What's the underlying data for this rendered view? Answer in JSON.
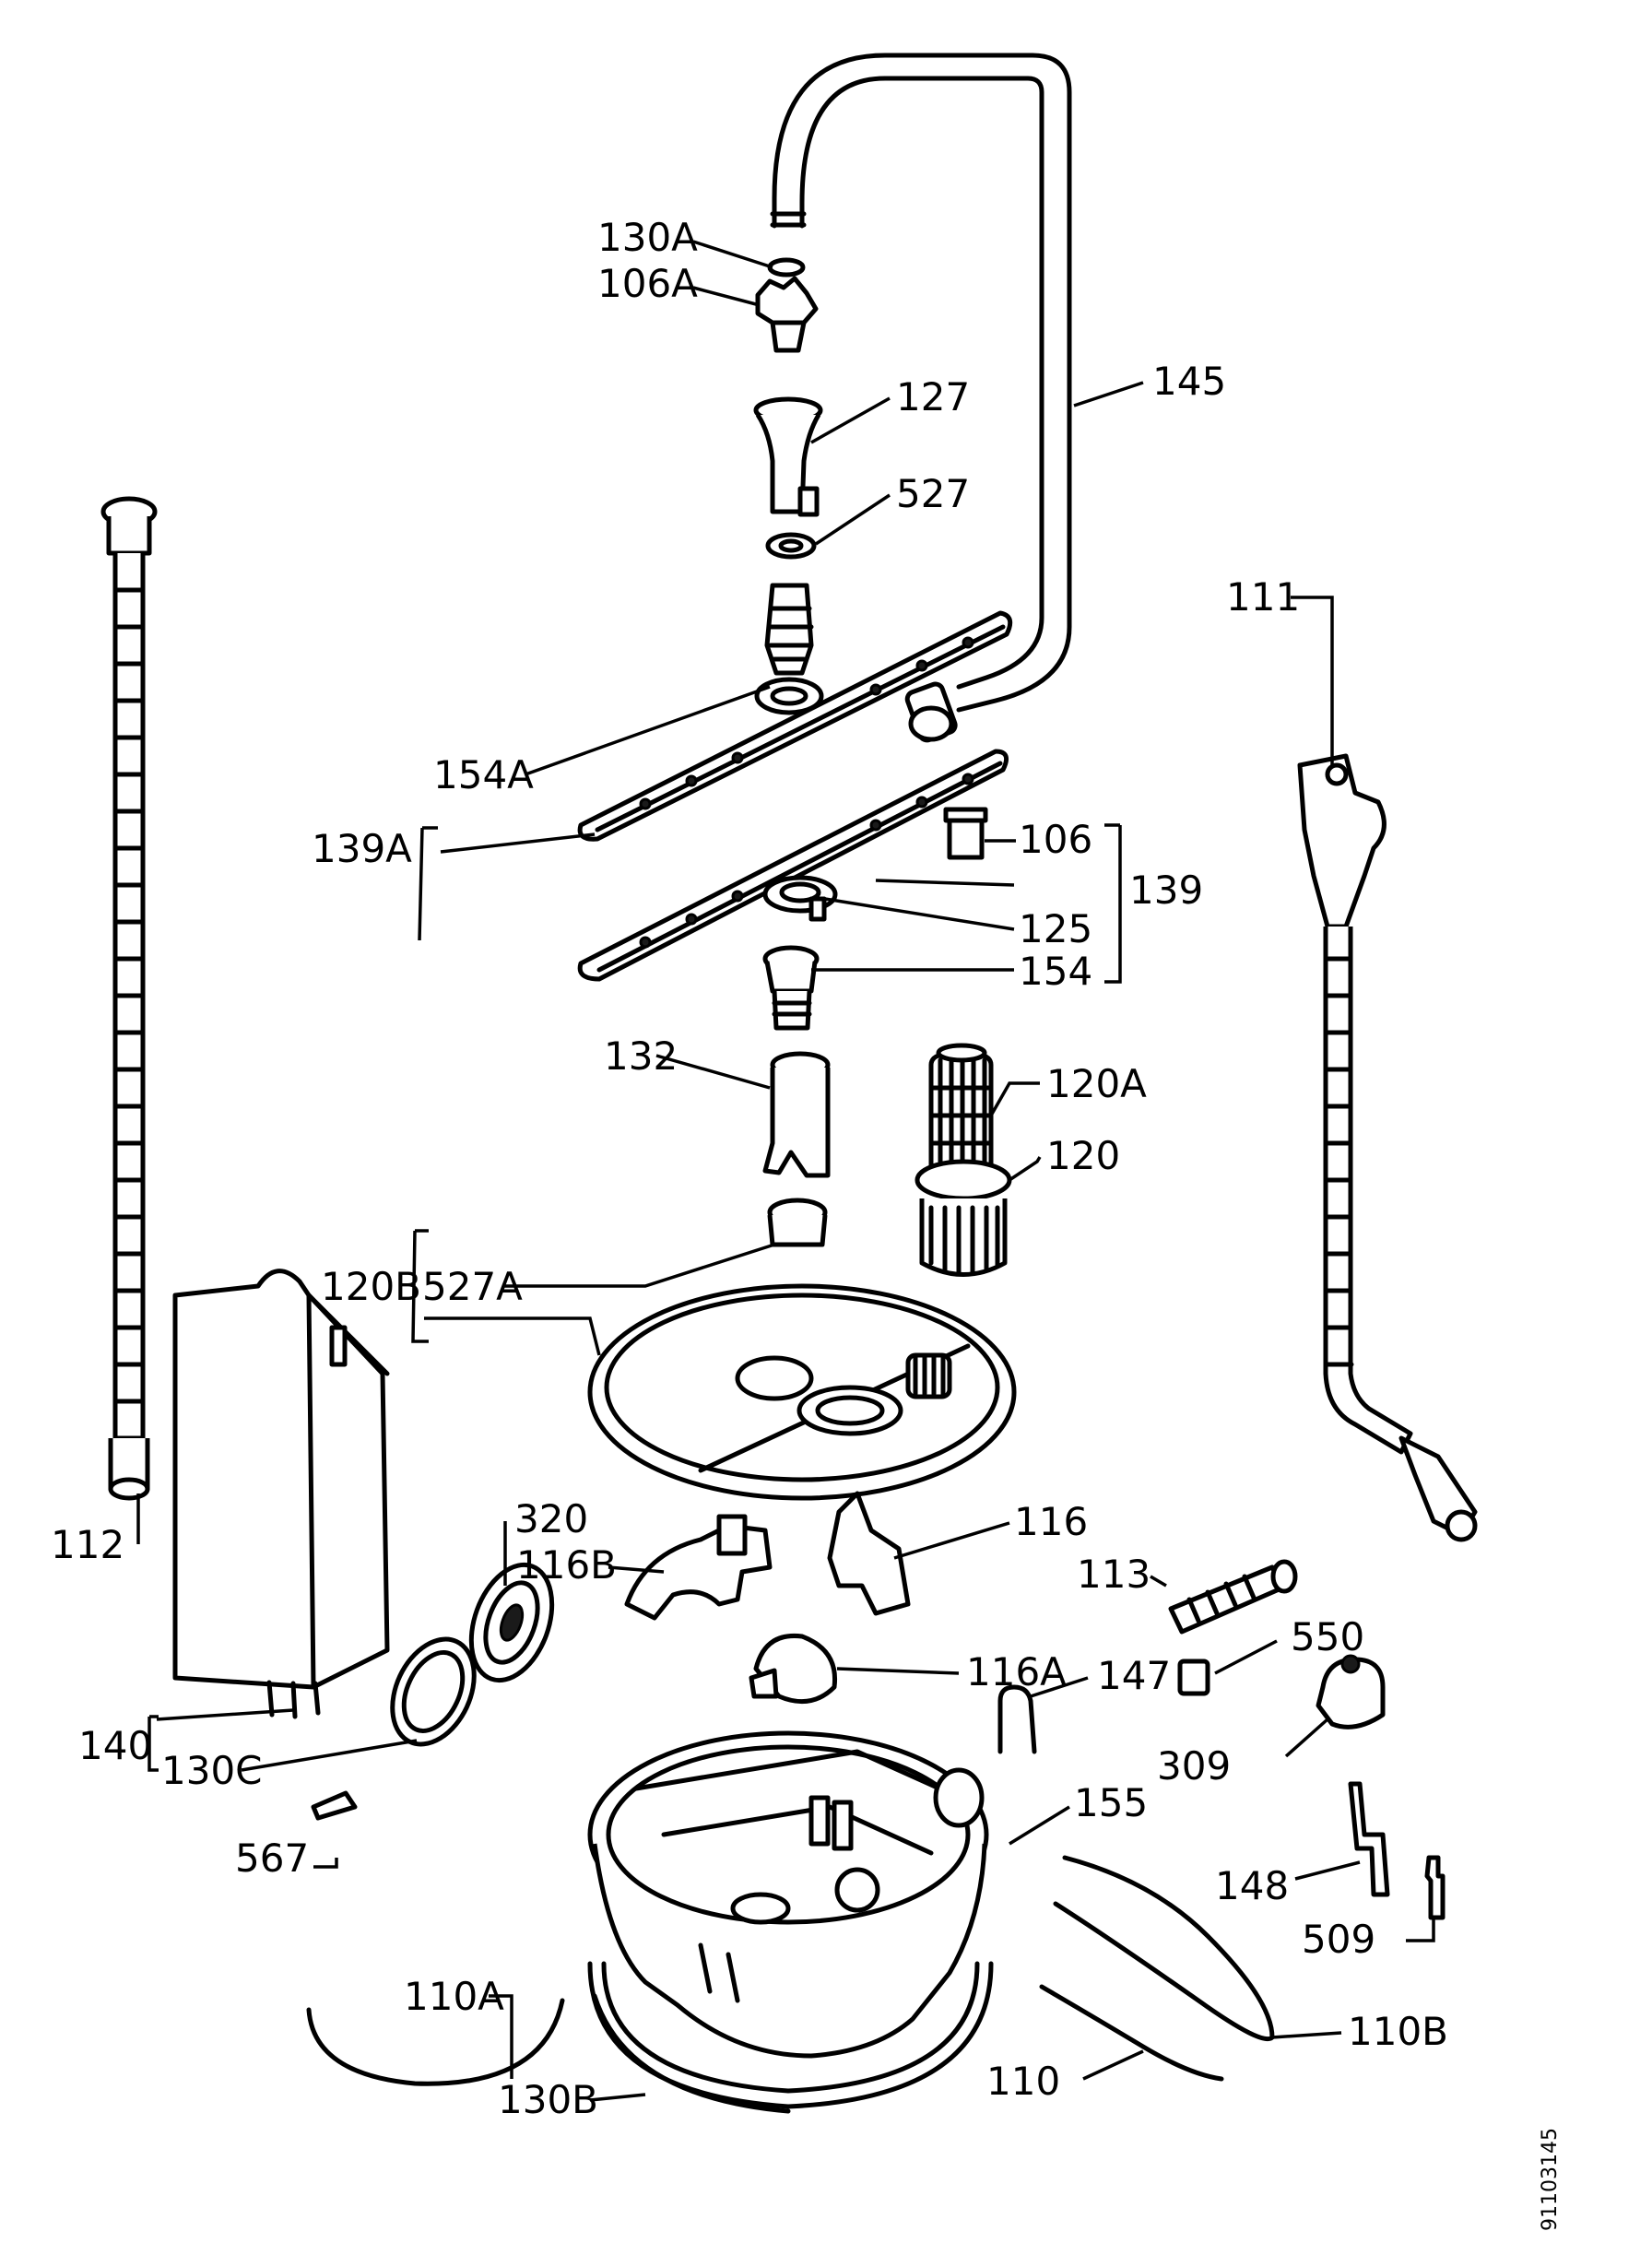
{
  "labels": {
    "l130A": "130A",
    "l106A": "106A",
    "l127": "127",
    "l145": "145",
    "l527": "527",
    "l111": "111",
    "l154A": "154A",
    "l139A": "139A",
    "l106": "106",
    "l139": "139",
    "l125": "125",
    "l154": "154",
    "l132": "132",
    "l120A": "120A",
    "l120": "120",
    "l120B": "120B",
    "l527A": "527A",
    "l320": "320",
    "l116": "116",
    "l116B": "116B",
    "l113": "113",
    "l112": "112",
    "l116A": "116A",
    "l550": "550",
    "l147": "147",
    "l140": "140",
    "l309": "309",
    "l130C": "130C",
    "l155": "155",
    "l567": "567",
    "l148": "148",
    "l509": "509",
    "l110A": "110A",
    "l110B": "110B",
    "l110": "110",
    "l130B": "130B"
  },
  "drawing_code": "91103145"
}
